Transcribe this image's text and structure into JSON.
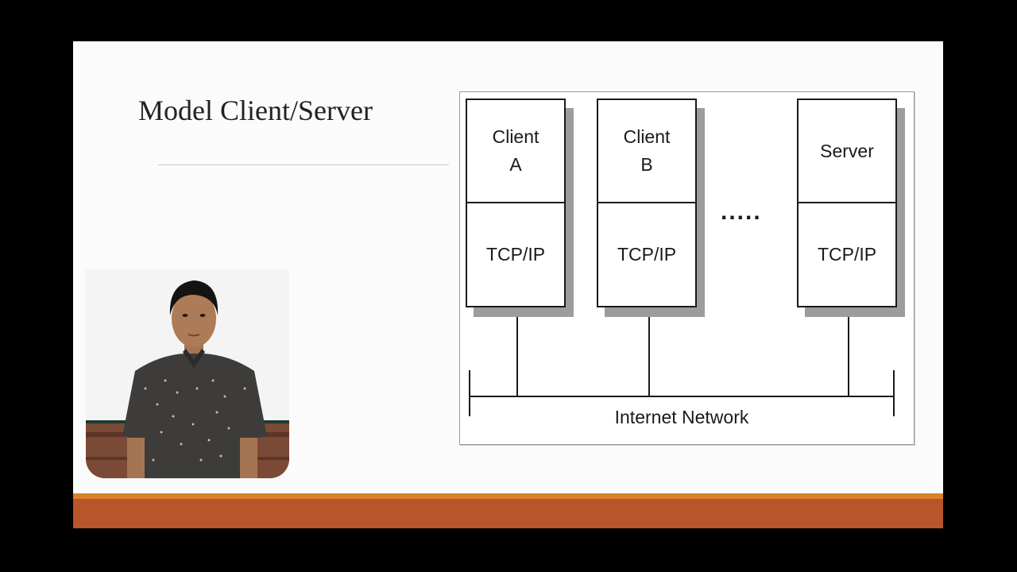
{
  "slide": {
    "title": "Model Client/Server"
  },
  "diagram": {
    "nodes": [
      {
        "line1": "Client",
        "line2": "A",
        "layer": "TCP/IP"
      },
      {
        "line1": "Client",
        "line2": "B",
        "layer": "TCP/IP"
      },
      {
        "line1": "Server",
        "line2": "",
        "layer": "TCP/IP"
      }
    ],
    "ellipsis": ".....",
    "network_label": "Internet Network"
  },
  "colors": {
    "background": "#000000",
    "slide": "#fbfbfb",
    "accent_top": "#d9822b",
    "accent_bottom": "#b8552a",
    "diagram_line": "#1a1a1a",
    "box_shadow": "#9c9c9c"
  }
}
